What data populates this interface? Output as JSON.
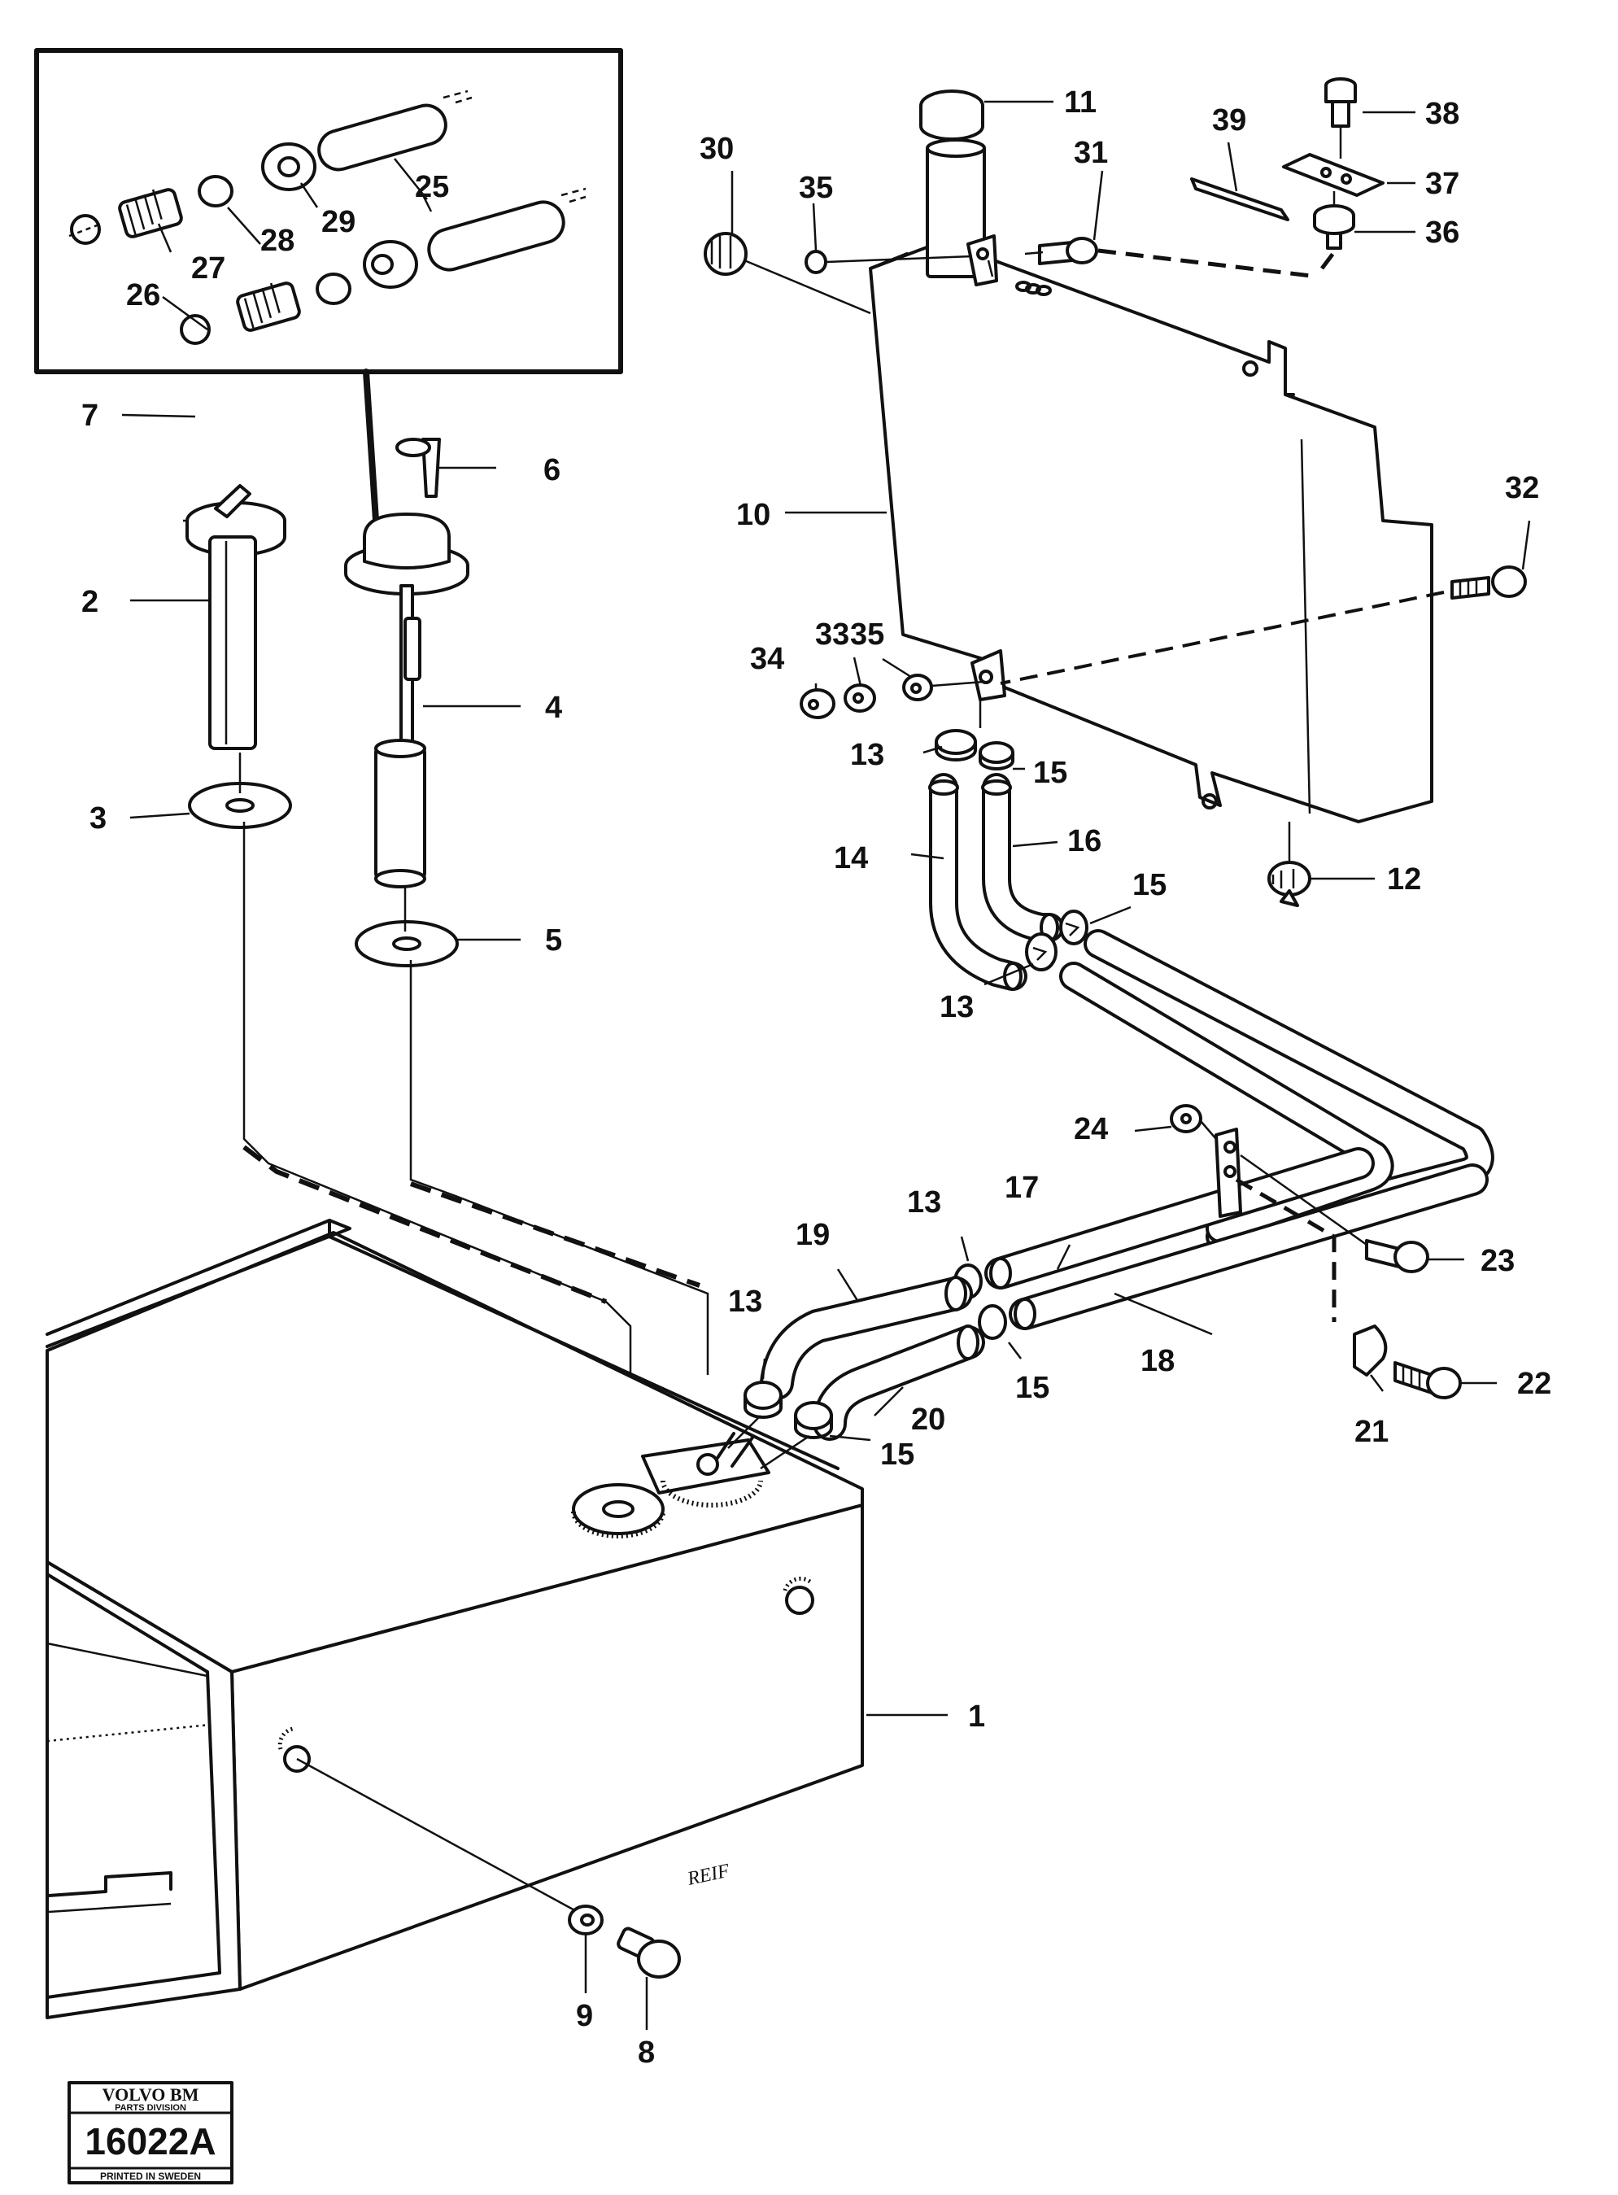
{
  "callouts": [
    {
      "id": "c1",
      "text": "1"
    },
    {
      "id": "c2",
      "text": "2"
    },
    {
      "id": "c3",
      "text": "3"
    },
    {
      "id": "c4",
      "text": "4"
    },
    {
      "id": "c5",
      "text": "5"
    },
    {
      "id": "c6",
      "text": "6"
    },
    {
      "id": "c7",
      "text": "7"
    },
    {
      "id": "c8",
      "text": "8"
    },
    {
      "id": "c9",
      "text": "9"
    },
    {
      "id": "c10",
      "text": "10"
    },
    {
      "id": "c11",
      "text": "11"
    },
    {
      "id": "c12",
      "text": "12"
    },
    {
      "id": "c13a",
      "text": "13"
    },
    {
      "id": "c13b",
      "text": "13"
    },
    {
      "id": "c13c",
      "text": "13"
    },
    {
      "id": "c13d",
      "text": "13"
    },
    {
      "id": "c14",
      "text": "14"
    },
    {
      "id": "c15a",
      "text": "15"
    },
    {
      "id": "c15b",
      "text": "15"
    },
    {
      "id": "c15c",
      "text": "15"
    },
    {
      "id": "c15d",
      "text": "15"
    },
    {
      "id": "c16",
      "text": "16"
    },
    {
      "id": "c17",
      "text": "17"
    },
    {
      "id": "c18",
      "text": "18"
    },
    {
      "id": "c19",
      "text": "19"
    },
    {
      "id": "c20",
      "text": "20"
    },
    {
      "id": "c21",
      "text": "21"
    },
    {
      "id": "c22",
      "text": "22"
    },
    {
      "id": "c23",
      "text": "23"
    },
    {
      "id": "c24",
      "text": "24"
    },
    {
      "id": "c25",
      "text": "25"
    },
    {
      "id": "c26",
      "text": "26"
    },
    {
      "id": "c27",
      "text": "27"
    },
    {
      "id": "c28",
      "text": "28"
    },
    {
      "id": "c29",
      "text": "29"
    },
    {
      "id": "c30",
      "text": "30"
    },
    {
      "id": "c31",
      "text": "31"
    },
    {
      "id": "c32",
      "text": "32"
    },
    {
      "id": "c33",
      "text": "33"
    },
    {
      "id": "c34",
      "text": "34"
    },
    {
      "id": "c35a",
      "text": "35"
    },
    {
      "id": "c35b",
      "text": "35"
    },
    {
      "id": "c36",
      "text": "36"
    },
    {
      "id": "c37",
      "text": "37"
    },
    {
      "id": "c38",
      "text": "38"
    },
    {
      "id": "c39",
      "text": "39"
    }
  ],
  "stamp": {
    "brand": "VOLVO BM",
    "division": "PARTS DIVISION",
    "code": "16022A",
    "footer": "PRINTED IN SWEDEN"
  },
  "artist_mark": "REIF"
}
